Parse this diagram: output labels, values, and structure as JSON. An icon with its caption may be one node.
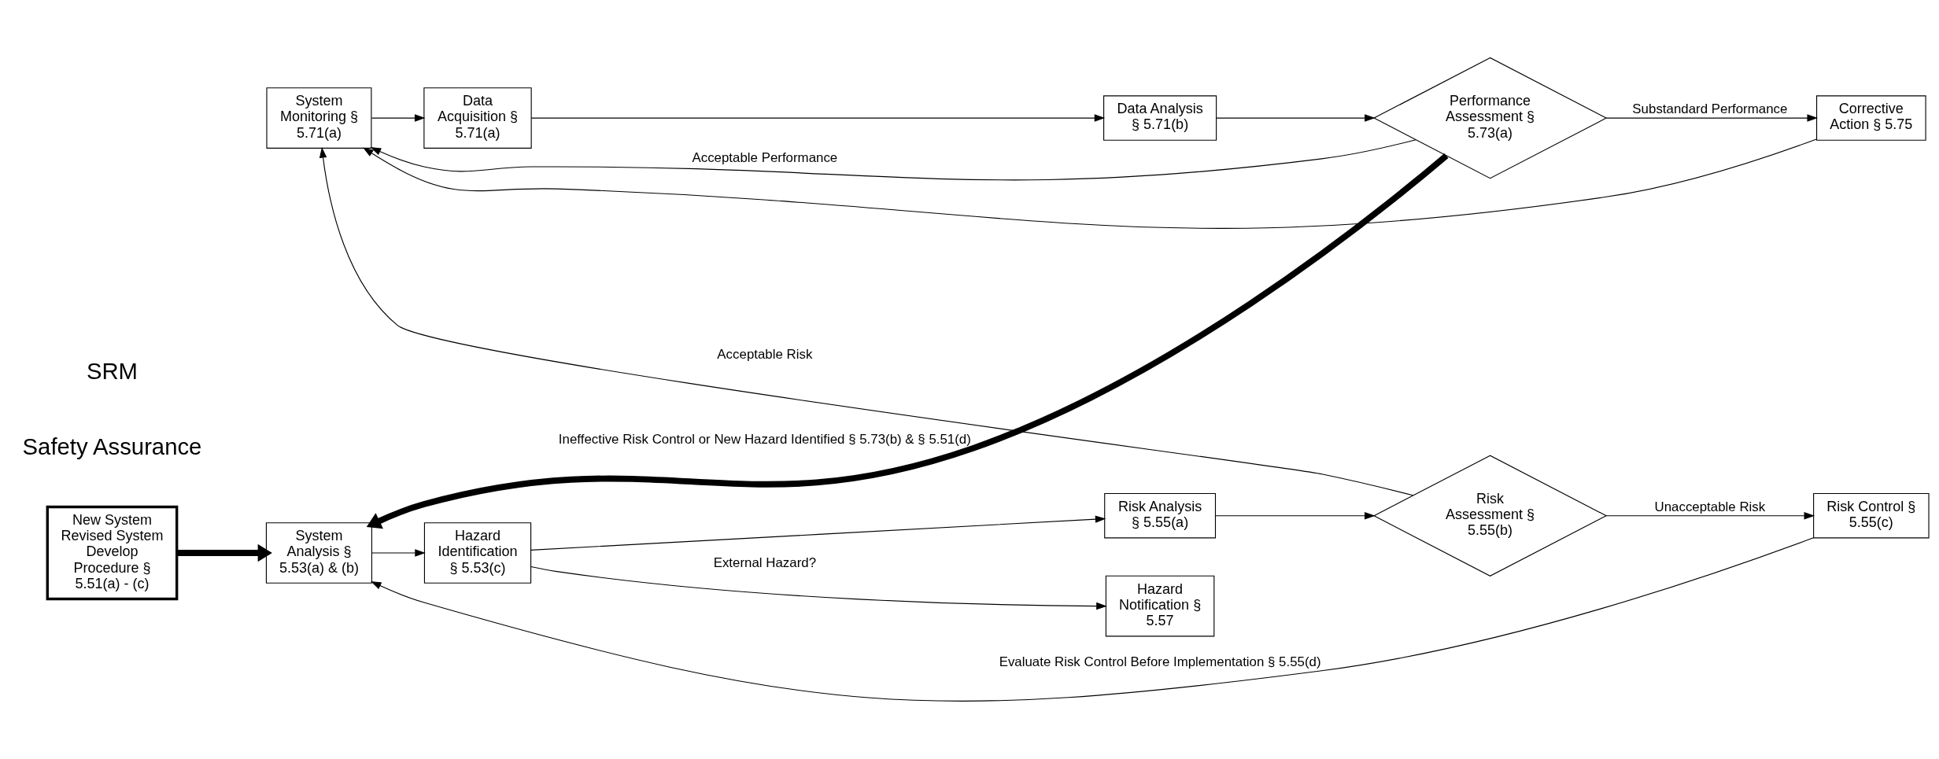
{
  "diagram": {
    "nodes": [
      {
        "text": [
          "System Monitoring § 5.71(a)"
        ]
      },
      {
        "text": [
          "Data Acquisition § 5.71(a)"
        ]
      },
      {
        "text": [
          "Data Analysis § 5.71(b)"
        ]
      },
      {
        "text": [
          "Performance Assessment § 5.73(a)"
        ]
      },
      {
        "text": [
          "Corrective Action § 5.75"
        ]
      },
      {
        "text": [
          "System Analysis § 5.53(a) & (b)"
        ]
      },
      {
        "text": [
          "Hazard Identification § 5.53(c)"
        ]
      },
      {
        "text": [
          "Risk Analysis § 5.55(a)"
        ]
      },
      {
        "text": [
          "Risk Assessment § 5.55(b)"
        ]
      },
      {
        "text": [
          "Risk Control § 5.55(c)"
        ]
      },
      {
        "text": [
          "Hazard Notification § 5.57"
        ]
      },
      {
        "text": [
          "New System Revised System Develop Procedure § 5.51(a) - (c)"
        ]
      }
    ],
    "edges": [
      {
        "from": 0,
        "to": 1,
        "arrow": "to"
      },
      {
        "from": 1,
        "to": 2,
        "arrow": "to"
      },
      {
        "from": 2,
        "to": 3,
        "arrow": "to"
      },
      {
        "from": 3,
        "to": 4,
        "arrow": "to",
        "label": "Substandard Performance"
      },
      {
        "from": 3,
        "to": 0,
        "arrow": "to",
        "label": "Acceptable Performance"
      },
      {
        "from": 4,
        "to": 0,
        "arrow": "to"
      },
      {
        "from": 3,
        "to": 5,
        "arrow": "to",
        "label": "Ineffective Risk Control or New Hazard Identified § 5.73(b) & § 5.51(d)",
        "style": "thick"
      },
      {
        "from": 11,
        "to": 5,
        "arrow": "to",
        "style": "thick"
      },
      {
        "from": 5,
        "to": 6,
        "arrow": "to"
      },
      {
        "from": 6,
        "to": 7,
        "arrow": "to"
      },
      {
        "from": 7,
        "to": 8,
        "arrow": "to"
      },
      {
        "from": 8,
        "to": 0,
        "arrow": "to",
        "label": "Acceptable Risk"
      },
      {
        "from": 8,
        "to": 9,
        "arrow": "to",
        "label": "Unacceptable Risk"
      },
      {
        "from": 6,
        "to": 10,
        "arrow": "to",
        "label": "External Hazard?"
      },
      {
        "from": 9,
        "to": 5,
        "arrow": "to",
        "label": "Evaluate Risk Control Before Implementation § 5.55(d)"
      }
    ],
    "labels": [
      "Safety Assurance",
      "SRM"
    ]
  }
}
